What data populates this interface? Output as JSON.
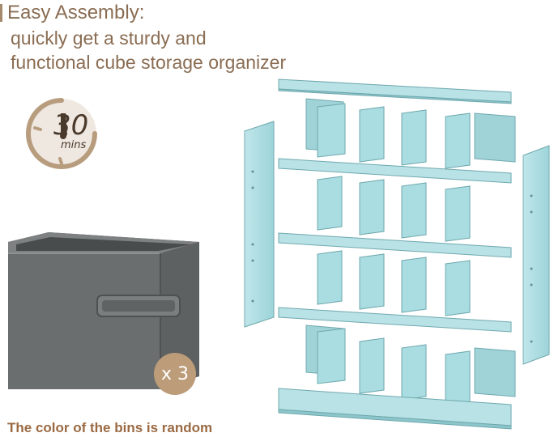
{
  "header": {
    "title": "Easy Assembly:",
    "subtitle_line1": "quickly get a sturdy and",
    "subtitle_line2": "functional cube storage organizer"
  },
  "timer": {
    "value": "30",
    "unit": "mins",
    "icon": "stopwatch-icon"
  },
  "bin": {
    "quantity_label": "x 3",
    "caption": "The color of the bins is random",
    "color": "#6a6e6e"
  },
  "colors": {
    "accent": "#a58a6e",
    "heading_text": "#8a6d53",
    "caption_text": "#9b6a43",
    "panel_blue": "#a9dde1",
    "badge": "#bc9c79"
  }
}
